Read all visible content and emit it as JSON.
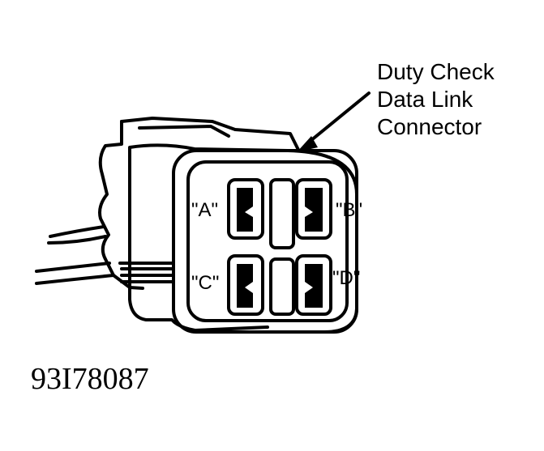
{
  "callout": {
    "line1": "Duty Check",
    "line2": "Data Link",
    "line3": "Connector"
  },
  "pins": {
    "a": "\"A\"",
    "b": "\"B\"",
    "c": "\"C\"",
    "d": "\"D\""
  },
  "figure_id": "93I78087"
}
